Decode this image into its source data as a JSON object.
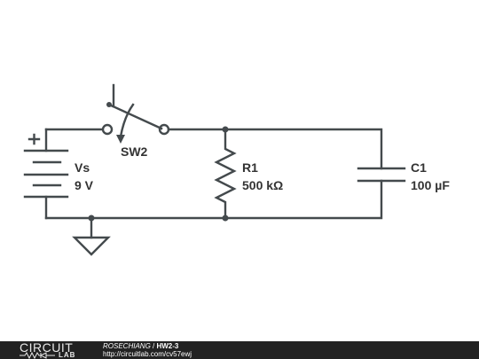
{
  "components": {
    "switch": {
      "name": "SW2"
    },
    "source": {
      "name": "Vs",
      "value": "9 V",
      "polarity": "+"
    },
    "resistor": {
      "name": "R1",
      "value": "500 kΩ"
    },
    "capacitor": {
      "name": "C1",
      "value": "100 µF"
    }
  },
  "footer": {
    "logo_top": "CIRCUIT",
    "logo_bottom": "LAB",
    "author": "ROSECHIANG",
    "separator": " / ",
    "title": "HW2-3",
    "url": "http://circuitlab.com/cv57ewj"
  },
  "colors": {
    "wire": "#444a4d",
    "text": "#333333",
    "footer_bg": "#222222"
  }
}
